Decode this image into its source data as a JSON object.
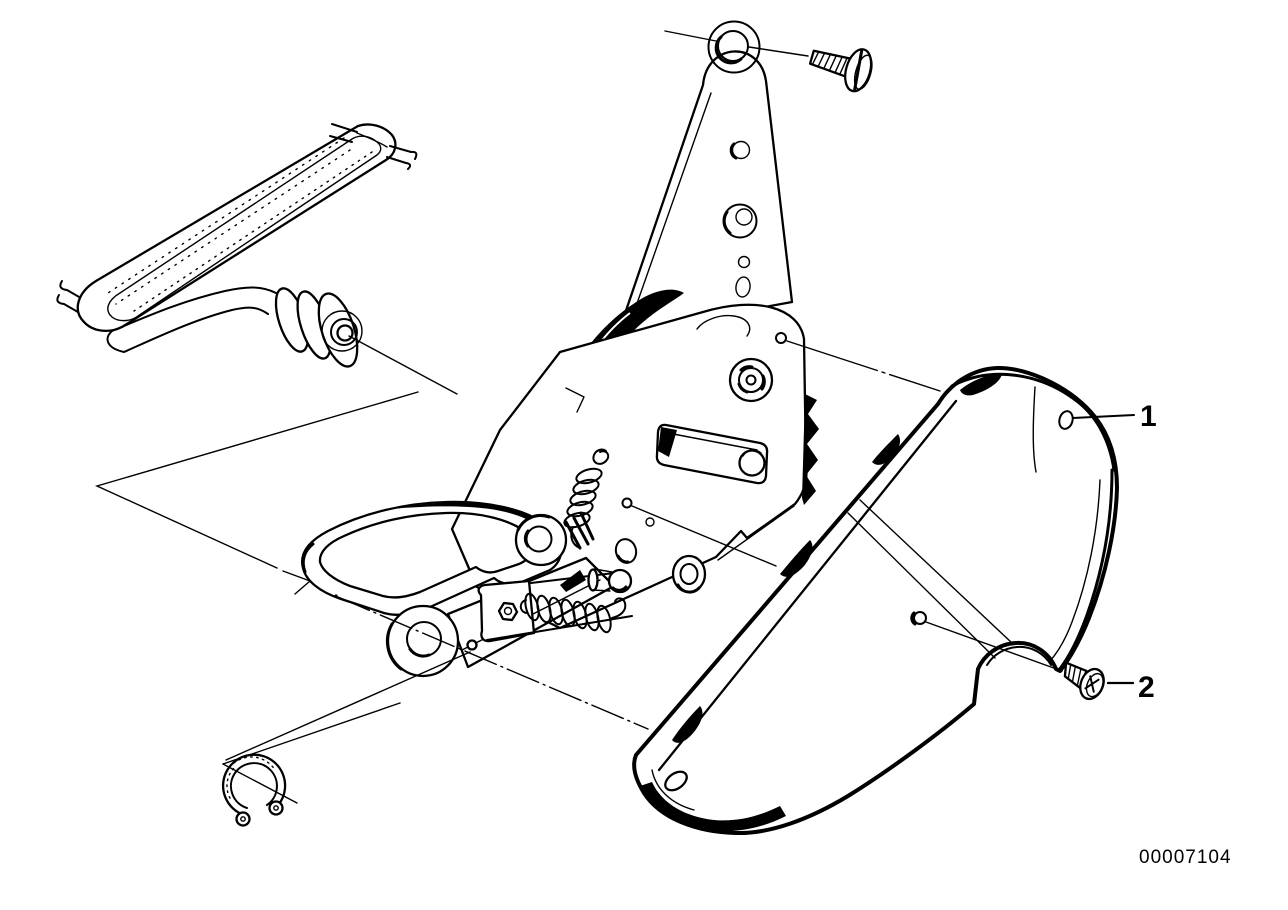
{
  "diagram": {
    "kind": "exploded-parts-diagram",
    "doc_number": "00007104",
    "callouts": [
      {
        "label": "1"
      },
      {
        "label": "2"
      }
    ],
    "colors": {
      "line": "#000000",
      "background": "#ffffff"
    }
  }
}
